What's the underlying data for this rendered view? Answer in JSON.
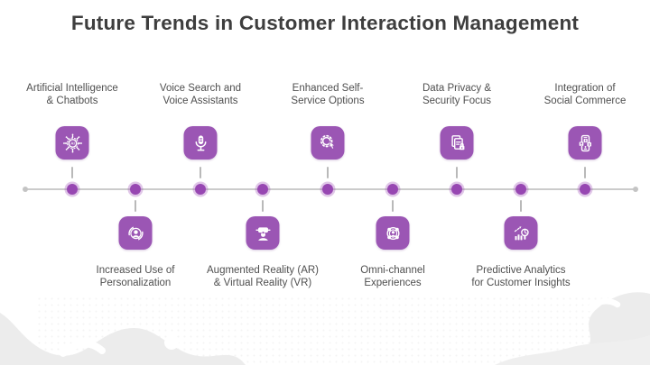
{
  "title": "Future Trends in Customer Interaction Management",
  "colors": {
    "icon_background": "#9B56B4",
    "timeline_dot": "#9747B2",
    "timeline_line": "#CBCBCB",
    "title_text": "#3E3E3E",
    "label_text": "#4F4F4F",
    "decorative_blob": "#ECECEC"
  },
  "timeline": {
    "items": [
      {
        "label": "Artificial Intelligence\n& Chatbots",
        "row": "top",
        "icon": "ai-chip-icon",
        "icon_text": "AI"
      },
      {
        "label": "Increased Use of\nPersonalization",
        "row": "bottom",
        "icon": "personalization-icon"
      },
      {
        "label": "Voice Search and\nVoice Assistants",
        "row": "top",
        "icon": "microphone-icon"
      },
      {
        "label": "Augmented Reality (AR)\n& Virtual Reality (VR)",
        "row": "bottom",
        "icon": "vr-headset-icon"
      },
      {
        "label": "Enhanced Self-\nService Options",
        "row": "top",
        "icon": "self-service-gear-hand-icon"
      },
      {
        "label": "Omni-channel\nExperiences",
        "row": "bottom",
        "icon": "omni-channel-icon"
      },
      {
        "label": "Data Privacy &\nSecurity Focus",
        "row": "top",
        "icon": "document-lock-icon"
      },
      {
        "label": "Predictive Analytics\nfor Customer Insights",
        "row": "bottom",
        "icon": "analytics-magnifier-icon",
        "icon_dollar": ""
      },
      {
        "label": "Integration of\nSocial Commerce",
        "row": "top",
        "icon": "social-commerce-phone-icon",
        "icon_text": "$"
      }
    ]
  }
}
